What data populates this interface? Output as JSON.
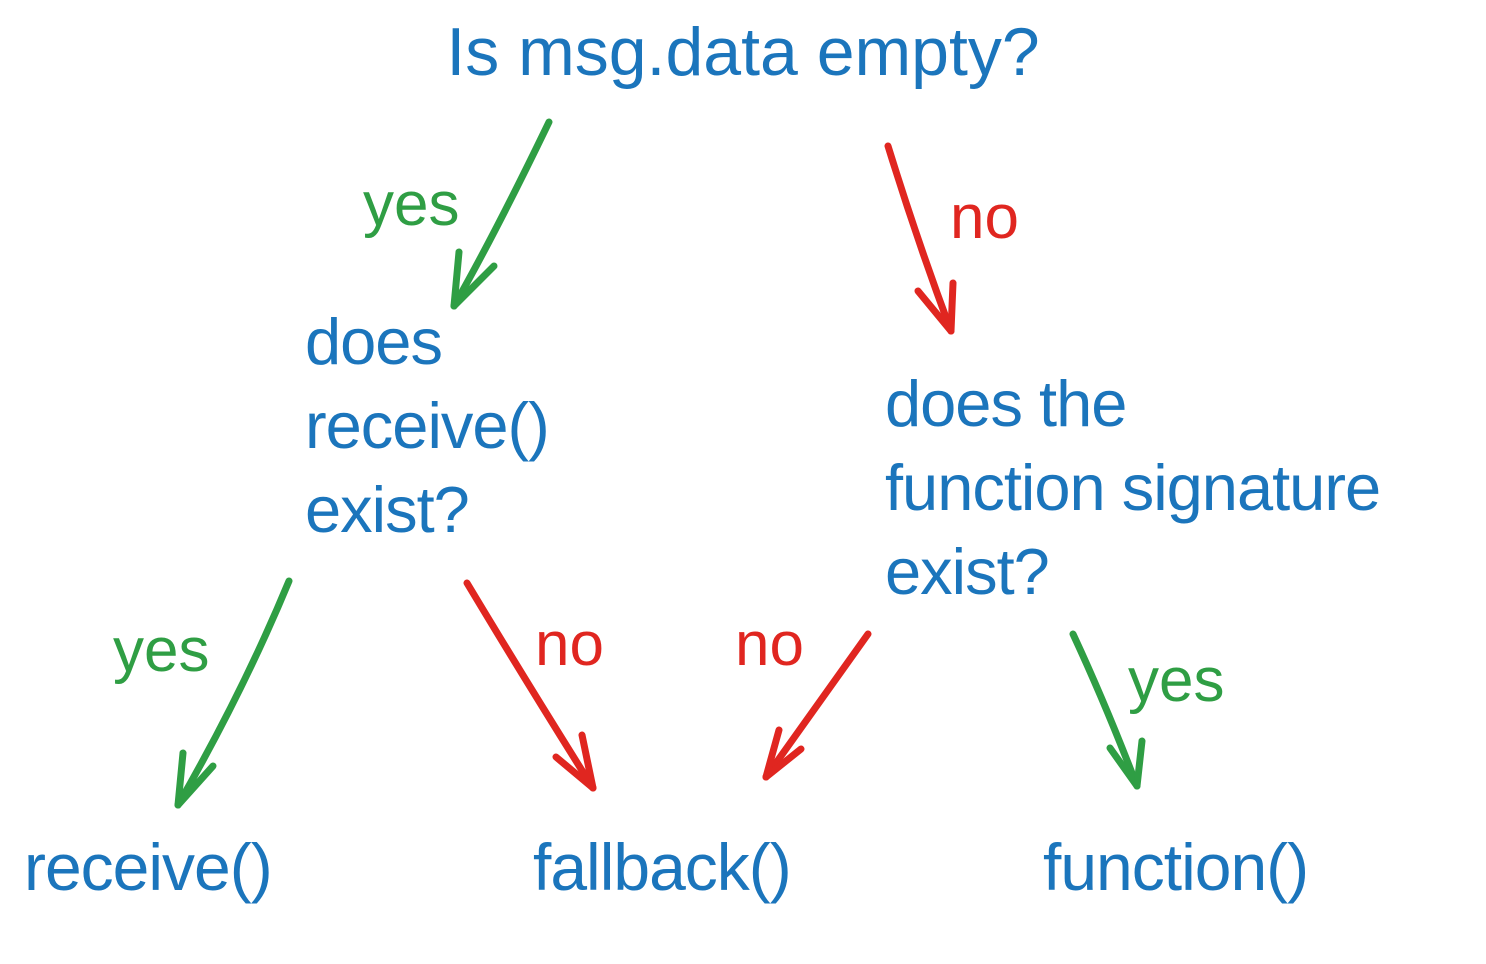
{
  "colors": {
    "blue": "#1b75bc",
    "green": "#2f9e44",
    "red": "#e02620",
    "background": "#ffffff"
  },
  "nodes": {
    "root": "Is msg.data empty?",
    "left_question": "does\nreceive()\nexist?",
    "right_question": "does the\nfunction signature\nexist?",
    "receive": "receive()",
    "fallback": "fallback()",
    "function": "function()"
  },
  "edges": [
    {
      "from": "root",
      "to": "left_question",
      "label": "yes",
      "color": "green"
    },
    {
      "from": "root",
      "to": "right_question",
      "label": "no",
      "color": "red"
    },
    {
      "from": "left_question",
      "to": "receive",
      "label": "yes",
      "color": "green"
    },
    {
      "from": "left_question",
      "to": "fallback",
      "label": "no",
      "color": "red"
    },
    {
      "from": "right_question",
      "to": "fallback",
      "label": "no",
      "color": "red"
    },
    {
      "from": "right_question",
      "to": "function",
      "label": "yes",
      "color": "green"
    }
  ]
}
